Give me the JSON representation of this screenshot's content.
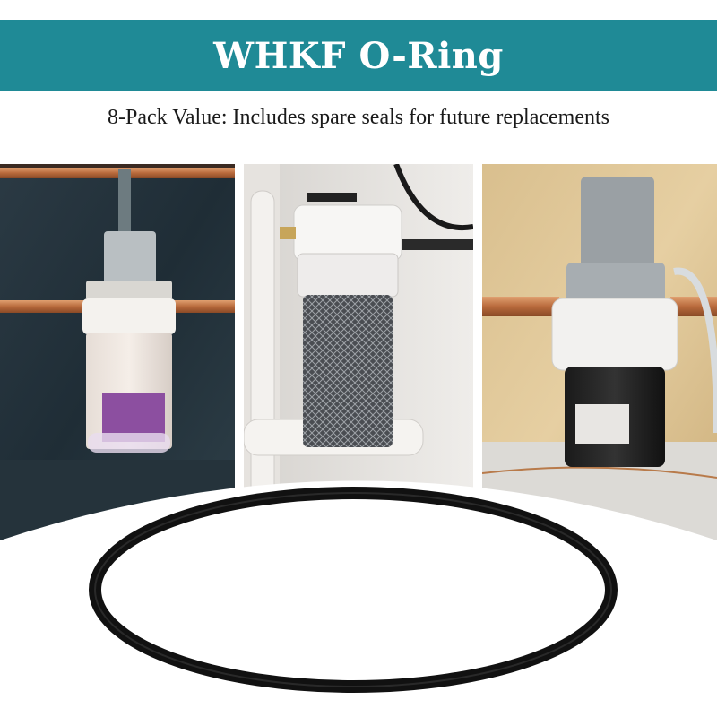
{
  "banner": {
    "title": "WHKF O-Ring",
    "color": "#1f8a96"
  },
  "subtitle": "8-Pack Value: Includes spare seals for future replacements",
  "photos": [
    {
      "name": "filter-housing-on-copper-pipes"
    },
    {
      "name": "filter-housing-under-sink"
    },
    {
      "name": "filter-housing-with-bracket"
    }
  ],
  "product": {
    "name": "black-o-ring",
    "color": "#111111"
  }
}
